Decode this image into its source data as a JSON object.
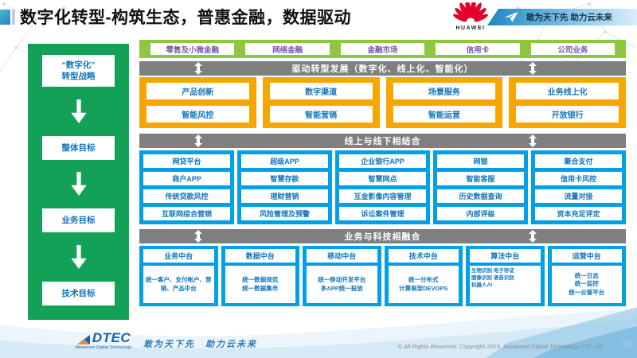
{
  "header": {
    "title": "数字化转型-构筑生态，普惠金融，数据驱动",
    "huawei_logo_text": "HUAWEI",
    "banner_tagline": "敢为天下先 助力云未来"
  },
  "sidebar": {
    "items": [
      "“数字化”\n转型战略",
      "整体目标",
      "业务目标",
      "技术目标"
    ]
  },
  "business_row": {
    "items": [
      "零售及小微金融",
      "网络金融",
      "金融市场",
      "信用卡",
      "公司业务"
    ]
  },
  "bars": {
    "driver": "驱动转型发展（数字化、线上化、智能化）",
    "online_offline": "线上与线下相结合",
    "biz_tech": "业务与科技相融合"
  },
  "capability": {
    "columns": [
      [
        "产品创新",
        "智能风控"
      ],
      [
        "数字渠道",
        "智能营销"
      ],
      [
        "场景服务",
        "智能运营"
      ],
      [
        "业务线上化",
        "开放银行"
      ]
    ]
  },
  "channels": {
    "columns": [
      [
        "网贷平台",
        "商户APP",
        "传统贷款风控",
        "互联网综合营销"
      ],
      [
        "超级APP",
        "智慧存款",
        "理财营销",
        "风险管理及预警"
      ],
      [
        "企业银行APP",
        "智慧网点",
        "互金影像内容管理",
        "诉讼案件管理"
      ],
      [
        "网银",
        "智能客服",
        "历史数据查询",
        "内部评级"
      ],
      [
        "聚合支付",
        "信用卡风控",
        "流量对接",
        "资本充足评定"
      ]
    ]
  },
  "platforms": {
    "columns": [
      {
        "title": "业务中台",
        "detail": "统一客户、支付帐户、营销、产品中台"
      },
      {
        "title": "数据中台",
        "detail": "统一数据规范\n统一数据集市"
      },
      {
        "title": "移动中台",
        "detail": "统一移动开发平台\n多APP统一投放"
      },
      {
        "title": "技术中台",
        "detail": "统一分布式\n计算框架DEVOPS"
      },
      {
        "title": "算法中台",
        "detail": "生物识别 电子存证\n图像识别 语音识别\n机器人AI"
      },
      {
        "title": "运营中台",
        "detail": "统一日志\n统一监控\n统一云管平台"
      }
    ]
  },
  "footer": {
    "logo_text": "DTEC",
    "logo_subtext": "Advanced Digital Technology",
    "tagline": "敢为天下先　助力云未来",
    "copyright": "© All Rights Reserved. Copyright 2019. Advanced Digital Technology CO.,Ltd",
    "page_number": "10"
  },
  "colors": {
    "green_panel": "#12a157",
    "light_green": "#8dc63f",
    "gray_bar": "#7f7f7f",
    "yellow": "#f7a600",
    "blue": "#00a0e9",
    "box_text_blue": "#0f75bd",
    "business_row_text": "#7a56a5",
    "huawei_red": "#e2002b"
  }
}
